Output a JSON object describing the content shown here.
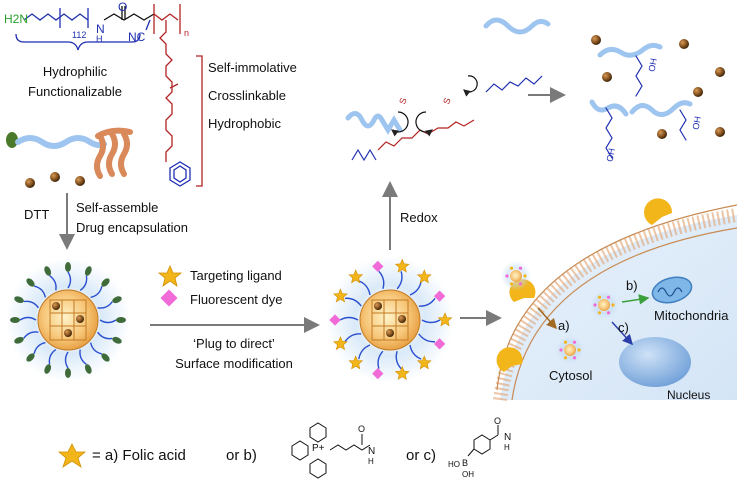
{
  "polymer": {
    "peg_subscript": "112",
    "n_subscript": "n",
    "nh2": "H2N",
    "nh": "N",
    "nh_h": "H",
    "cn": "NC",
    "o": "O"
  },
  "labels": {
    "hydrophilic": "Hydrophilic",
    "functionalizable": "Functionalizable",
    "self_immolative": "Self-immolative",
    "crosslinkable": "Crosslinkable",
    "hydrophobic": "Hydrophobic",
    "dtt": "DTT",
    "self_assemble": "Self-assemble",
    "drug_encapsulation": "Drug encapsulation",
    "redox": "Redox",
    "targeting_ligand": "Targeting ligand",
    "fluorescent_dye": "Fluorescent dye",
    "plug_to_direct": "‘Plug to direct’",
    "surface_modification": "Surface modification",
    "a": "a)",
    "b": "b)",
    "c": "c)",
    "mitochondria": "Mitochondria",
    "cytosol": "Cytosol",
    "nucleus": "Nucleus",
    "ss": "S",
    "oh": "OH"
  },
  "legend": {
    "equals_a": "= a) Folic acid",
    "or_b": "or  b)",
    "or_c": "or  c)",
    "p_plus": "P+",
    "nh_b": "N",
    "h_b": "H",
    "ho_b": "HO",
    "b_atom": "B",
    "oh_c": "OH",
    "o_b": "O",
    "o_c": "O",
    "nh_c": "N",
    "h_c": "H"
  },
  "colors": {
    "peg_green": "#2aa02a",
    "peg_blue": "#1f2fb0",
    "linker_red": "#b22222",
    "chain_blue": "#9ec5ef",
    "star_gold": "#f2b51a",
    "dye_pink": "#f06ad8",
    "drug_brown": "#7a4a1a",
    "arrow_gray": "#7a7a7a",
    "cell_blue": "#dbe9f7"
  }
}
